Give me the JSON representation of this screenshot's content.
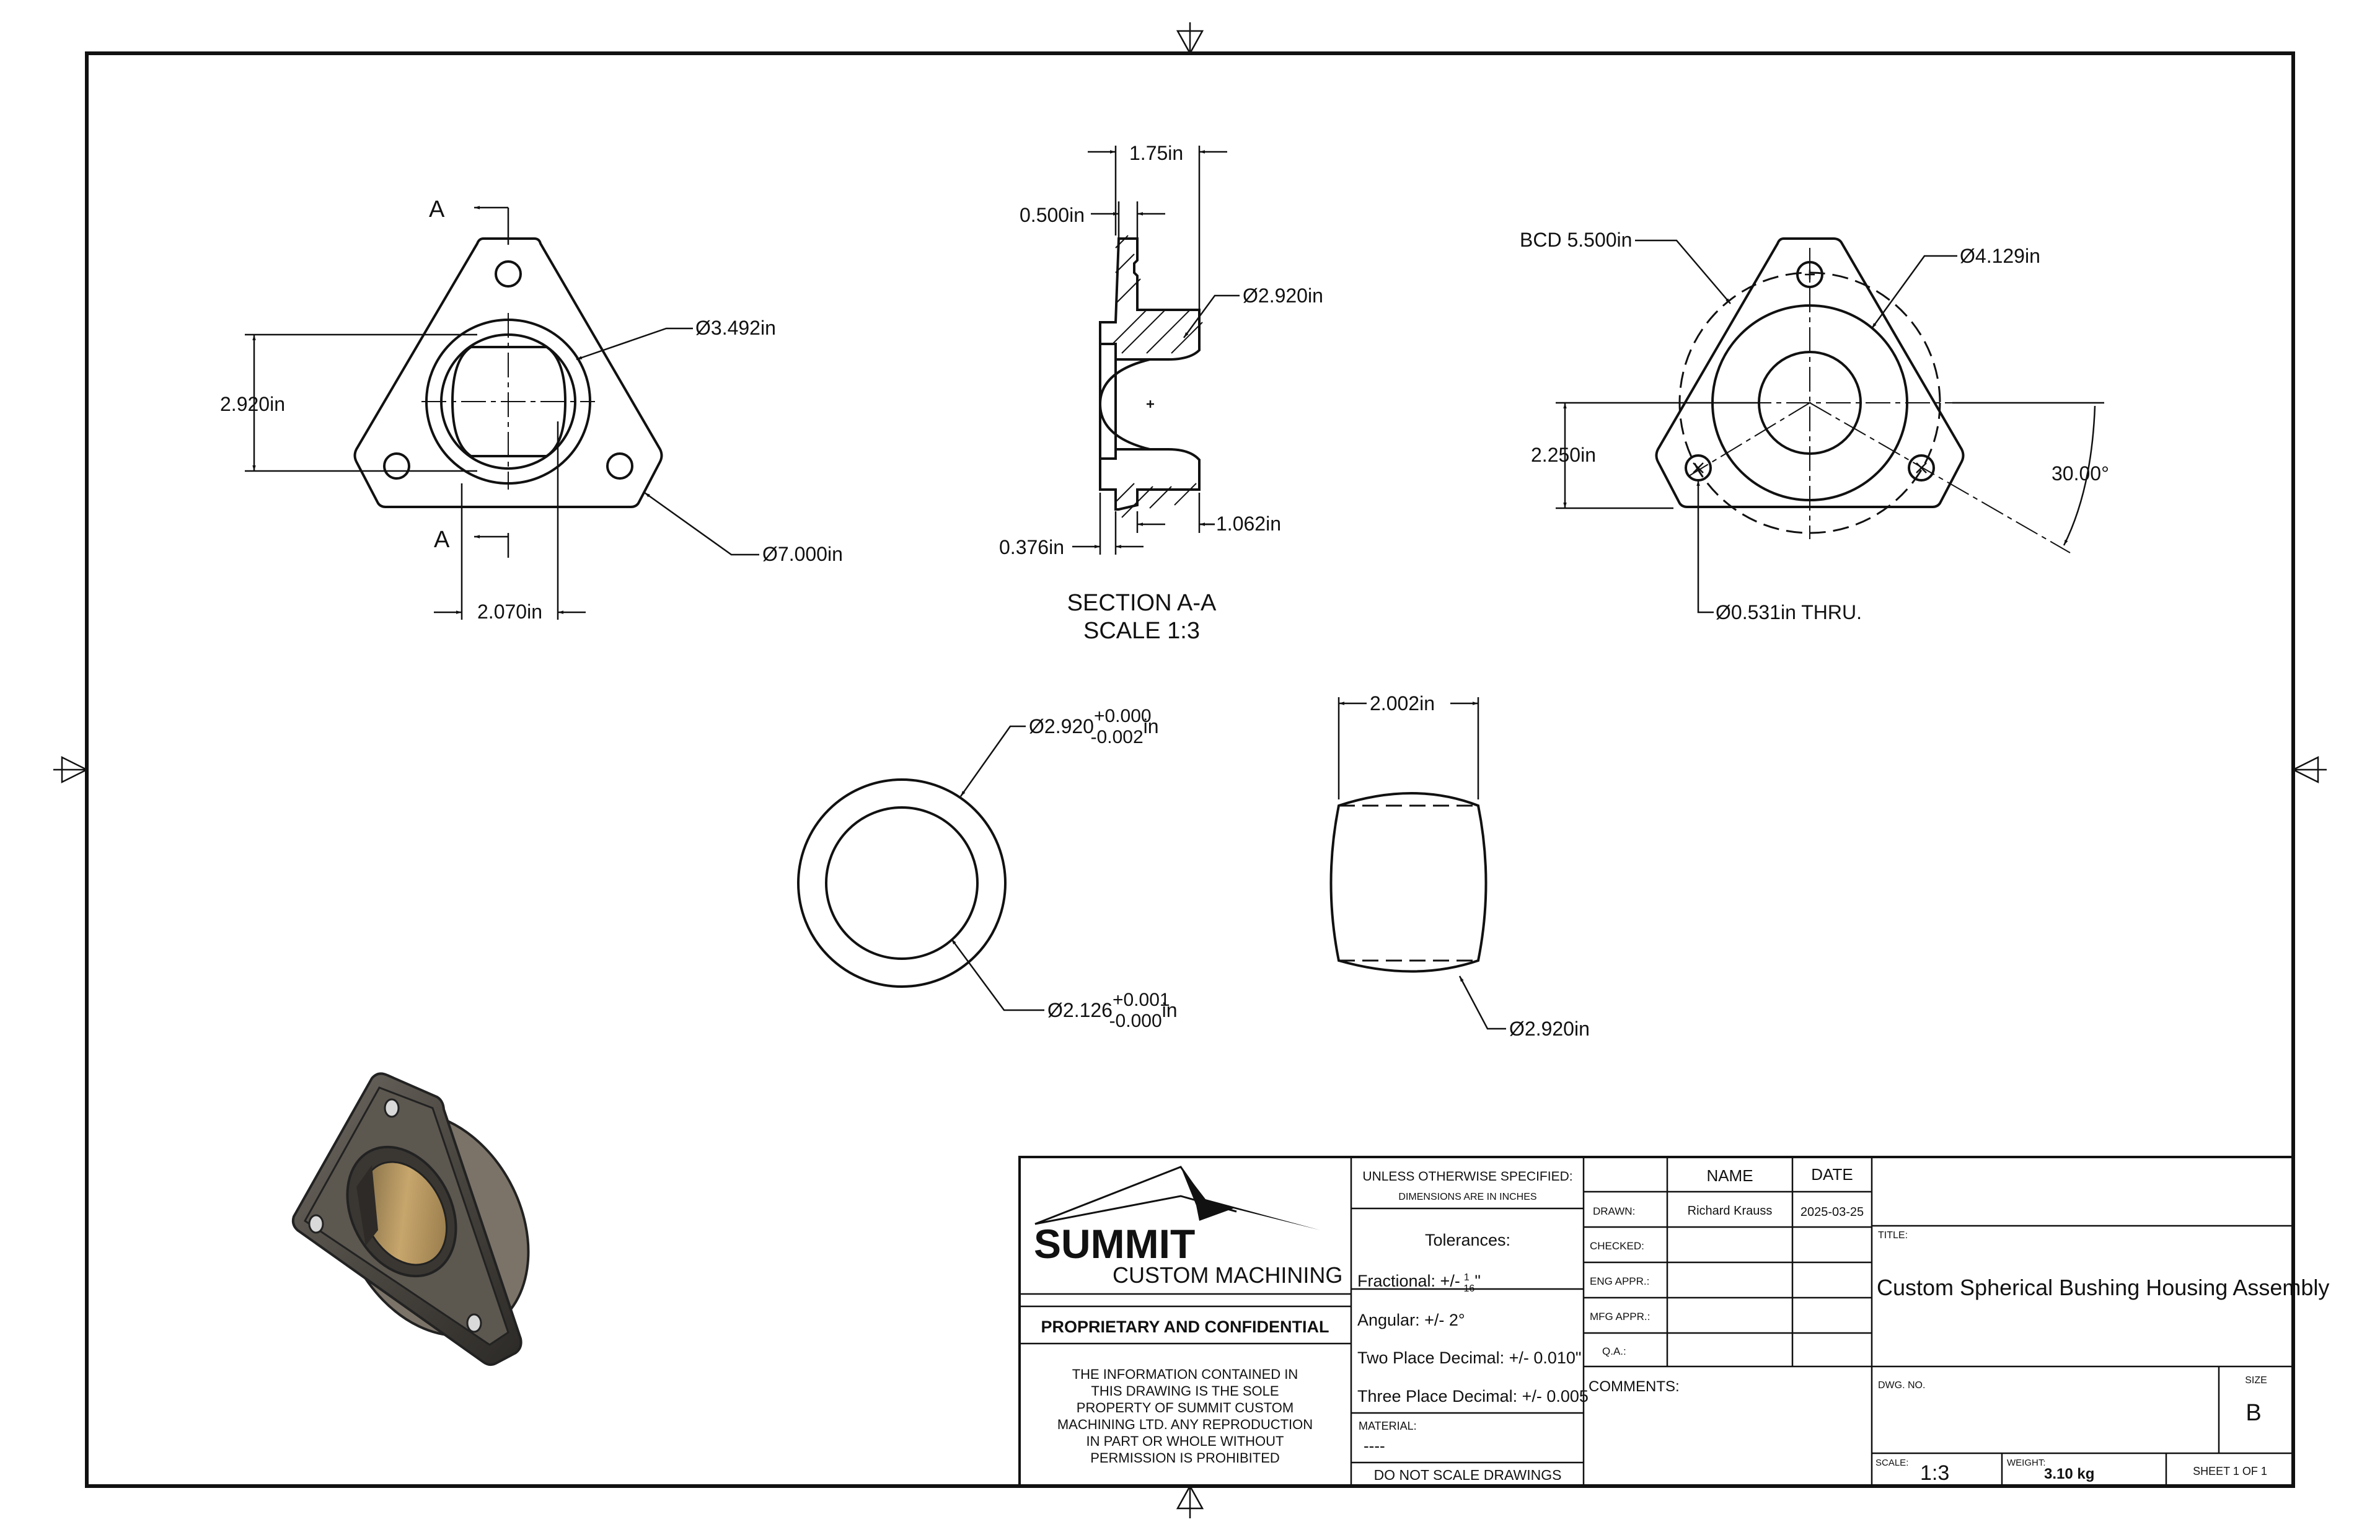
{
  "views": {
    "front": {
      "label_a_top": "A",
      "label_a_bottom": "A",
      "dim_height": "2.920in",
      "dim_width": "2.070in",
      "dim_dia_outer": "Ø3.492in",
      "dim_dia_total": "Ø7.000in"
    },
    "section": {
      "dim_top": "1.75in",
      "dim_flange": "0.500in",
      "dim_dia": "Ø2.920in",
      "dim_bottom_left": "0.376in",
      "dim_bottom_right": "1.062in",
      "title_line1": "SECTION A-A",
      "title_line2": "SCALE 1:3"
    },
    "right": {
      "bcd": "BCD 5.500in",
      "dia": "Ø4.129in",
      "dim_height": "2.250in",
      "angle": "30.00°",
      "hole": "Ø0.531in THRU."
    },
    "bushing": {
      "outer_dia": "Ø2.920",
      "outer_tol_plus": "+0.000",
      "outer_tol_minus": "-0.002",
      "outer_unit": "in",
      "inner_dia": "Ø2.126",
      "inner_tol_plus": "+0.001",
      "inner_tol_minus": "-0.000",
      "inner_unit": "in",
      "side_width": "2.002in",
      "side_dia": "Ø2.920in"
    }
  },
  "title_block": {
    "company_name": "SUMMIT",
    "company_sub": "CUSTOM MACHINING",
    "proprietary": "PROPRIETARY AND CONFIDENTIAL",
    "notice_lines": [
      "THE INFORMATION CONTAINED IN",
      "THIS DRAWING IS THE SOLE",
      "PROPERTY OF SUMMIT CUSTOM",
      "MACHINING LTD. ANY REPRODUCTION",
      "IN PART OR WHOLE  WITHOUT",
      "PERMISSION IS PROHIBITED"
    ],
    "unless": "UNLESS OTHERWISE SPECIFIED:",
    "dims_in": "DIMENSIONS ARE IN INCHES",
    "tolerances": "Tolerances:",
    "fractional": "Fractional: +/-",
    "fraction_num": "1",
    "fraction_den": "16",
    "fraction_unit": "\"",
    "angular": "Angular: +/- 2°",
    "two_place": "Two Place Decimal: +/-  0.010\"",
    "three_place": "Three Place Decimal: +/- 0.005",
    "material_label": "MATERIAL:",
    "material_value": "----",
    "do_not_scale": "DO NOT SCALE DRAWINGS",
    "col_name": "NAME",
    "col_date": "DATE",
    "rows": [
      {
        "label": "DRAWN:",
        "name": "Richard Krauss",
        "date": "2025-03-25"
      },
      {
        "label": "CHECKED:",
        "name": "",
        "date": ""
      },
      {
        "label": "ENG APPR.:",
        "name": "",
        "date": ""
      },
      {
        "label": "MFG APPR.:",
        "name": "",
        "date": ""
      },
      {
        "label": "Q.A.:",
        "name": "",
        "date": ""
      }
    ],
    "comments": "COMMENTS:",
    "title_label": "TITLE:",
    "title": "Custom Spherical Bushing Housing Assembly",
    "dwg_no_label": "DWG. NO.",
    "size_label": "SIZE",
    "size": "B",
    "scale_label": "SCALE:",
    "scale": "1:3",
    "weight_label": "WEIGHT:",
    "weight": "3.10 kg",
    "sheet": "SHEET 1 OF 1"
  }
}
